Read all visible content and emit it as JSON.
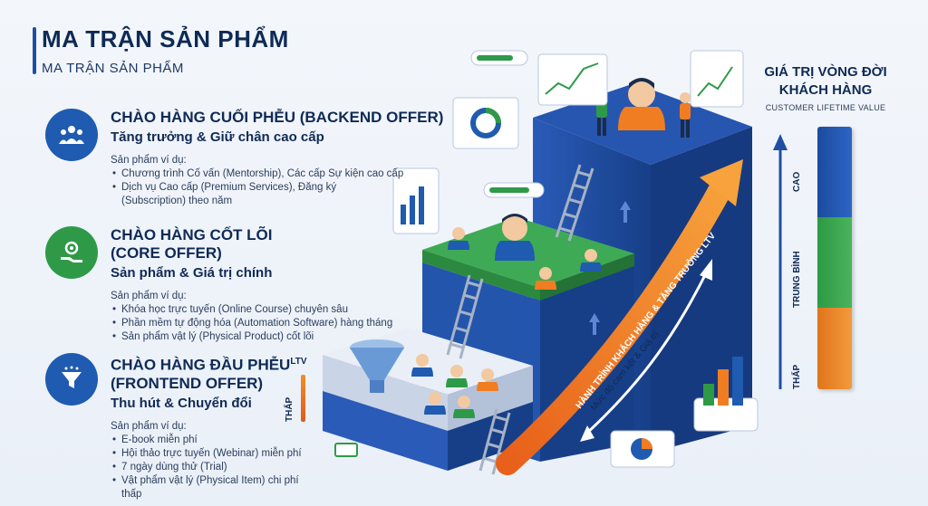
{
  "header": {
    "title": "MA TRẬN SẢN PHẨM",
    "subtitle": "MA TRẬN SẢN PHẨM"
  },
  "tiers": [
    {
      "title": "CHÀO HÀNG CUỐI PHỄU (BACKEND OFFER)",
      "subtitle": "Tăng trưởng & Giữ chân cao cấp",
      "examples_label": "Sản phẩm ví dụ:",
      "items": [
        "Chương trình Cố vấn (Mentorship), Các cấp Sự kiện cao cấp",
        "Dịch vụ Cao cấp (Premium Services), Đăng ký (Subscription) theo năm"
      ],
      "icon": "users-group-icon",
      "color": "#1f5bb0"
    },
    {
      "title": "CHÀO HÀNG CỐT LÕI",
      "title2": "(CORE OFFER)",
      "subtitle": "Sản phẩm & Giá trị chính",
      "examples_label": "Sản phẩm ví dụ:",
      "items": [
        "Khóa học trực tuyến (Online Course) chuyên sâu",
        "Phần mềm tự động hóa (Automation Software) hàng tháng",
        "Sản phẩm vật lý (Physical Product) cốt lõi"
      ],
      "icon": "gear-hand-icon",
      "color": "#2e9a48"
    },
    {
      "title": "CHÀO HÀNG ĐẦU PHỄU",
      "title_tag": "LTV",
      "title2": "(FRONTEND OFFER)",
      "subtitle": "Thu hút & Chuyển đổi",
      "examples_label": "Sản phẩm ví dụ:",
      "items": [
        "E-book miễn phí",
        "Hội thảo trực tuyến (Webinar) miễn phí",
        "7 ngày dùng thử (Trial)",
        "Vật phẩm vật lý (Physical Item) chi phí thấp"
      ],
      "icon": "funnel-icon",
      "color": "#1f5bb0"
    }
  ],
  "left_scale": {
    "low_label": "THẤP"
  },
  "journey": {
    "main_arrow_label": "HÀNH TRÌNH KHÁCH HÀNG & TĂNG TRƯỞNG LTV",
    "small_arrow_label": "Mức độ cam kết & Giá trị"
  },
  "ltv_panel": {
    "title": "GIÁ TRỊ VÒNG ĐỜI KHÁCH HÀNG",
    "subtitle": "CUSTOMER LIFETIME VALUE",
    "high": "CAO",
    "mid": "TRUNG BÌNH",
    "low": "THẤP"
  },
  "colors": {
    "navy": "#0f2a55",
    "blue": "#1f4fa3",
    "green": "#2e9a48",
    "orange": "#f07d22"
  }
}
